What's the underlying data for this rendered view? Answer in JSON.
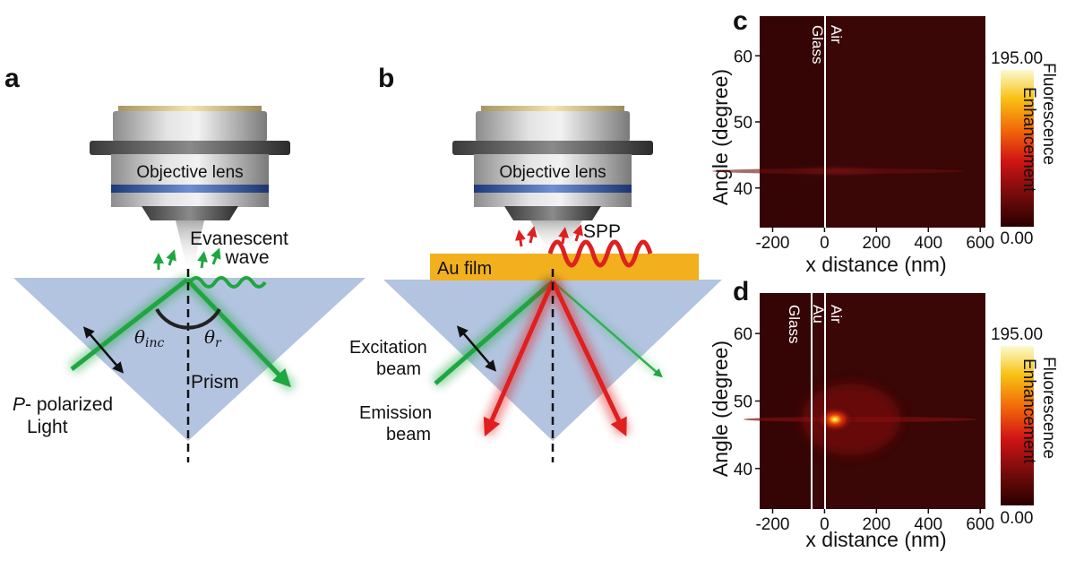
{
  "panels": {
    "a": {
      "letter": "a",
      "objective_label": "Objective lens",
      "evanescent_line1": "Evanescent",
      "evanescent_line2": "wave",
      "theta_inc": "θ",
      "theta_inc_sub": "inc",
      "theta_r": "θ",
      "theta_r_sub": "r",
      "prism_label": "Prism",
      "light_line1_italic": "P",
      "light_line1_rest": "- polarized",
      "light_line2": "Light"
    },
    "b": {
      "letter": "b",
      "objective_label": "Objective lens",
      "spp_label": "SPP",
      "film_label": "Au film",
      "excitation_line1": "Excitation",
      "excitation_line2": "beam",
      "emission_line1": "Emission",
      "emission_line2": "beam"
    },
    "c": {
      "letter": "c",
      "labels": [
        "Glass",
        "Air"
      ],
      "colorbar_max": "195.00",
      "colorbar_min": "0.00",
      "colorbar_title_line1": "Fluorescence",
      "colorbar_title_line2": "Enhancement"
    },
    "d": {
      "letter": "d",
      "labels": [
        "Glass",
        "Au",
        "Air"
      ],
      "colorbar_max": "195.00",
      "colorbar_min": "0.00",
      "colorbar_title_line1": "Fluorescence",
      "colorbar_title_line2": "Enhancement"
    }
  },
  "colors": {
    "prism": "#b3c4e0",
    "green_beam": "#1fa640",
    "red_beam": "#e01f1f",
    "au_film": "#f2b01f",
    "heatmap_bg": "#3a0606"
  },
  "chart_data": [
    {
      "type": "heatmap",
      "panel": "c",
      "xlabel": "x distance (nm)",
      "ylabel": "Angle (degree)",
      "xlim": [
        -250,
        620
      ],
      "ylim": [
        34,
        66
      ],
      "xticks": [
        -200,
        0,
        200,
        400,
        600
      ],
      "yticks": [
        40,
        50,
        60
      ],
      "xtick_labels": [
        "-200",
        "0",
        "200",
        "400",
        "600"
      ],
      "ytick_labels": [
        "40",
        "50",
        "60"
      ],
      "colorbar_range": [
        0.0,
        195.0
      ],
      "interfaces_x": [
        0
      ],
      "peak": {
        "x": 0,
        "angle": 43.5,
        "value": 20
      }
    },
    {
      "type": "heatmap",
      "panel": "d",
      "xlabel": "x distance (nm)",
      "ylabel": "Angle (degree)",
      "xlim": [
        -250,
        620
      ],
      "ylim": [
        34,
        66
      ],
      "xticks": [
        -200,
        0,
        200,
        400,
        600
      ],
      "yticks": [
        40,
        50,
        60
      ],
      "xtick_labels": [
        "-200",
        "0",
        "200",
        "400",
        "600"
      ],
      "ytick_labels": [
        "40",
        "50",
        "60"
      ],
      "colorbar_range": [
        0.0,
        195.0
      ],
      "interfaces_x": [
        -50,
        0
      ],
      "peak": {
        "x": 10,
        "angle": 47.5,
        "value": 195
      }
    }
  ]
}
